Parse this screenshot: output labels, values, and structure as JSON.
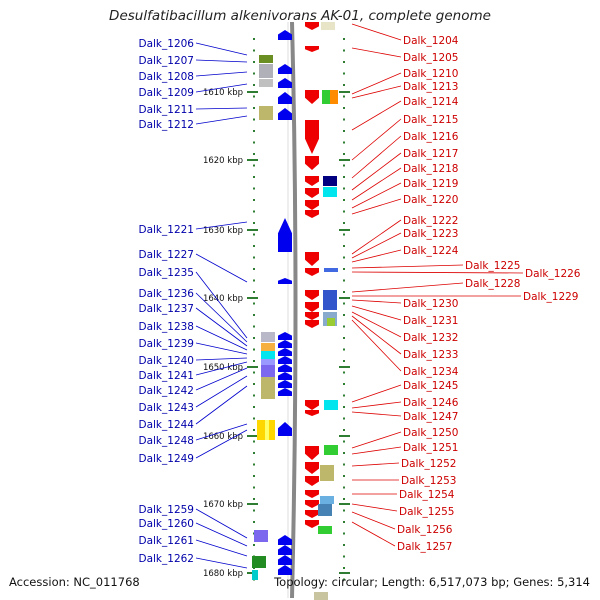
{
  "title": "Desulfatibacillum alkenivorans AK-01, complete genome",
  "footer": {
    "accession": "Accession: NC_011768",
    "topology": "Topology: circular; Length: 6,517,073 bp; Genes: 5,314"
  },
  "scale": {
    "ticks": [
      {
        "label": "1610 kbp"
      },
      {
        "label": "1620 kbp"
      },
      {
        "label": "1630 kbp"
      },
      {
        "label": "1640 kbp"
      },
      {
        "label": "1650 kbp"
      },
      {
        "label": "1660 kbp"
      },
      {
        "label": "1670 kbp"
      },
      {
        "label": "1680 kbp"
      }
    ]
  },
  "left_labels": [
    "Dalk_1206",
    "Dalk_1207",
    "Dalk_1208",
    "Dalk_1209",
    "Dalk_1211",
    "Dalk_1212",
    "Dalk_1221",
    "Dalk_1227",
    "Dalk_1235",
    "Dalk_1236",
    "Dalk_1237",
    "Dalk_1238",
    "Dalk_1239",
    "Dalk_1240",
    "Dalk_1241",
    "Dalk_1242",
    "Dalk_1243",
    "Dalk_1244",
    "Dalk_1248",
    "Dalk_1249",
    "Dalk_1259",
    "Dalk_1260",
    "Dalk_1261",
    "Dalk_1262"
  ],
  "right_labels": [
    "Dalk_1204",
    "Dalk_1205",
    "Dalk_1210",
    "Dalk_1213",
    "Dalk_1214",
    "Dalk_1215",
    "Dalk_1216",
    "Dalk_1217",
    "Dalk_1218",
    "Dalk_1219",
    "Dalk_1220",
    "Dalk_1222",
    "Dalk_1223",
    "Dalk_1224",
    "Dalk_1225",
    "Dalk_1226",
    "Dalk_1228",
    "Dalk_1229",
    "Dalk_1230",
    "Dalk_1231",
    "Dalk_1232",
    "Dalk_1233",
    "Dalk_1234",
    "Dalk_1245",
    "Dalk_1246",
    "Dalk_1247",
    "Dalk_1250",
    "Dalk_1251",
    "Dalk_1252",
    "Dalk_1253",
    "Dalk_1254",
    "Dalk_1255",
    "Dalk_1256",
    "Dalk_1257"
  ],
  "colors": {
    "reverse_strand": "#0000ee",
    "forward_strand": "#ee0000",
    "left_label": "#0000aa",
    "right_label": "#cc0000",
    "backbone": "#888888",
    "tick": "#2e7d32"
  }
}
